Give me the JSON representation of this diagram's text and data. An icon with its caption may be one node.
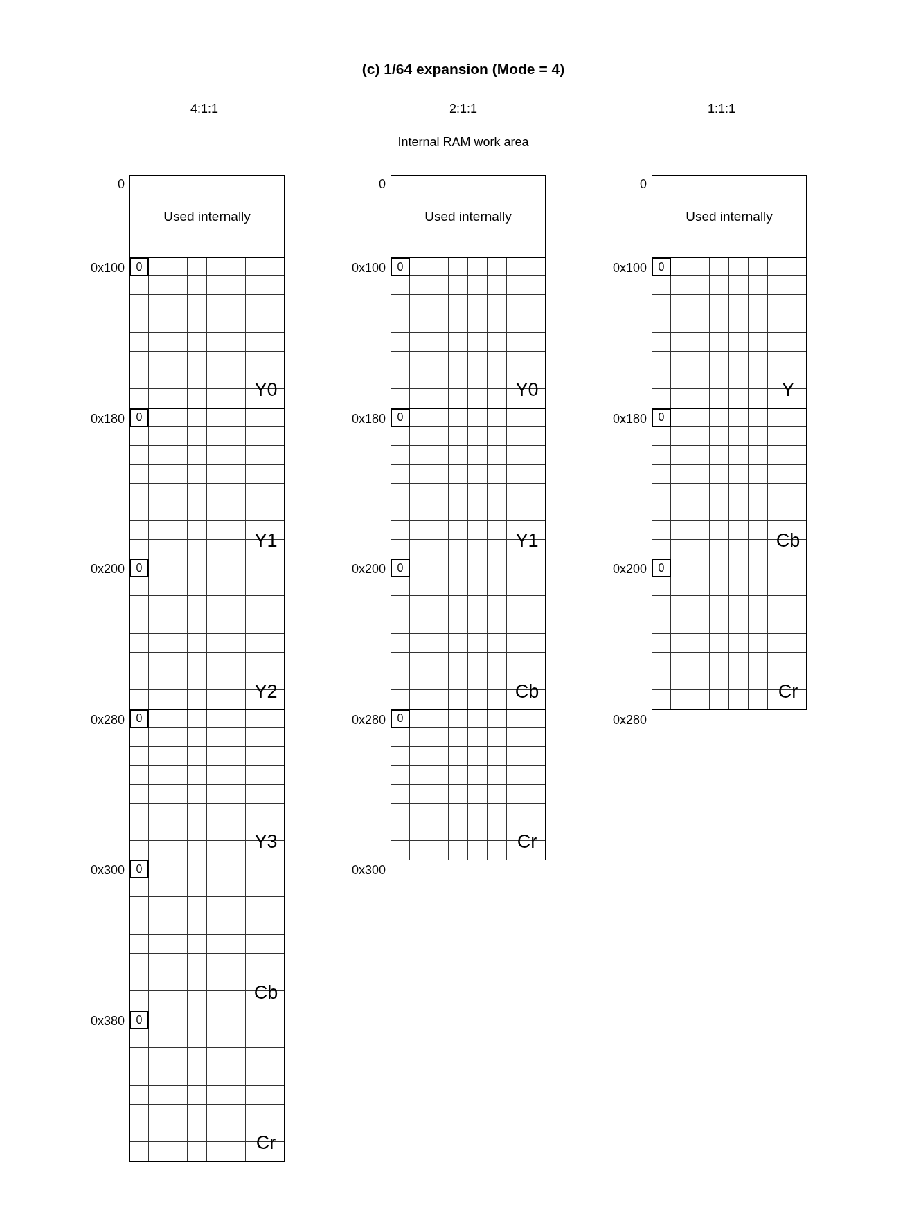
{
  "diagram": {
    "title": "(c) 1/64 expansion (Mode = 4)",
    "nodes": [
      {
        "text": [
          "Used internally"
        ]
      },
      {
        "text": [
          "Y0"
        ]
      },
      {
        "text": [
          "0"
        ],
        "in": 1
      },
      {
        "text": [
          "Y1"
        ]
      },
      {
        "text": [
          "0"
        ],
        "in": 3
      },
      {
        "text": [
          "Y2"
        ]
      },
      {
        "text": [
          "0"
        ],
        "in": 5
      },
      {
        "text": [
          "Y3"
        ]
      },
      {
        "text": [
          "0"
        ],
        "in": 7
      },
      {
        "text": [
          "Cb"
        ]
      },
      {
        "text": [
          "0"
        ],
        "in": 9
      },
      {
        "text": [
          "Cr"
        ]
      },
      {
        "text": [
          "0"
        ],
        "in": 11
      },
      {
        "text": [
          "Used internally"
        ]
      },
      {
        "text": [
          "Y0"
        ]
      },
      {
        "text": [
          "0"
        ],
        "in": 14
      },
      {
        "text": [
          "Y1"
        ]
      },
      {
        "text": [
          "0"
        ],
        "in": 16
      },
      {
        "text": [
          "Cb"
        ]
      },
      {
        "text": [
          "0"
        ],
        "in": 18
      },
      {
        "text": [
          "Cr"
        ]
      },
      {
        "text": [
          "0"
        ],
        "in": 20
      },
      {
        "text": [
          "Used internally"
        ]
      },
      {
        "text": [
          "Y"
        ]
      },
      {
        "text": [
          "0"
        ],
        "in": 23
      },
      {
        "text": [
          "Cb"
        ]
      },
      {
        "text": [
          "0"
        ],
        "in": 25
      },
      {
        "text": [
          "Cr"
        ]
      },
      {
        "text": [
          "0"
        ],
        "in": 27
      }
    ],
    "edges": [],
    "labels": [
      "4:1:1",
      "2:1:1",
      "1:1:1",
      "Internal RAM work area",
      "0",
      "0x100",
      "0x180",
      "0x200",
      "0x280",
      "0x300",
      "0x380",
      "0",
      "0x100",
      "0x180",
      "0x200",
      "0x280",
      "0x300",
      "0",
      "0x100",
      "0x180",
      "0x200",
      "0x280"
    ]
  }
}
